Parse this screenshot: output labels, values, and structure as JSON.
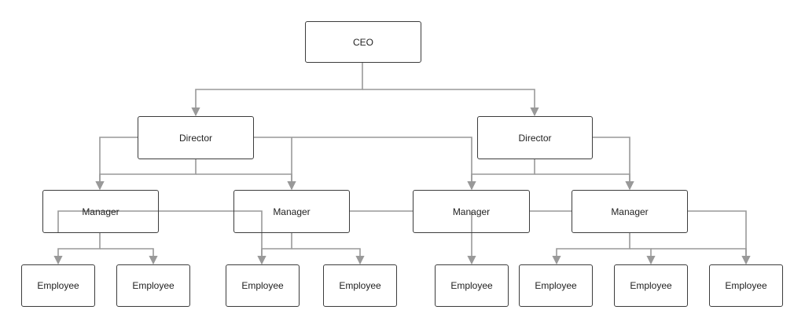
{
  "nodes": {
    "ceo": "CEO",
    "director_left": "Director",
    "director_right": "Director",
    "manager_1": "Manager",
    "manager_2": "Manager",
    "manager_3": "Manager",
    "manager_4": "Manager",
    "employee_1": "Employee",
    "employee_2": "Employee",
    "employee_3": "Employee",
    "employee_4": "Employee",
    "employee_5": "Employee",
    "employee_6": "Employee",
    "employee_7": "Employee",
    "employee_8": "Employee"
  },
  "colors": {
    "connector": "#999999",
    "box_border": "#3c3c3c",
    "text": "#222222"
  }
}
